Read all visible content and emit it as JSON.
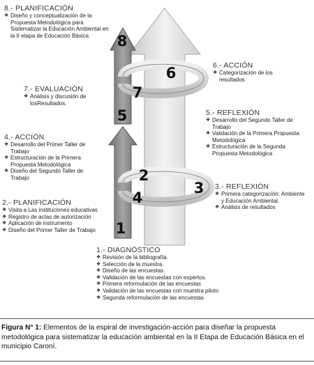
{
  "stages": {
    "s1": {
      "number": "1",
      "title": "1.- DIAGNÓSTICO",
      "items": [
        "Revisión de la bibliografía.",
        "Selección de la muestra.",
        "Diseño de las encuestas.",
        "Validación de las encuestas con expertos.",
        "Primera  reformulación de las encuestas",
        "Validación de las encuestas con muestra piloto",
        "Segunda reformulación de las encuestas"
      ]
    },
    "s2": {
      "number": "2",
      "title": "2.- PLANIFICACIÓN",
      "items": [
        "Visita a Las instituciones educativas",
        "Registro de actas de autorización",
        "Aplicación de instrumento",
        "Diseño del Primer Taller de Trabajo"
      ]
    },
    "s3": {
      "number": "3",
      "title": "3.- REFLEXIÓN",
      "items": [
        "Primera categorización: Ambiente y Educación Ambiental.",
        "Análisis de resultados"
      ]
    },
    "s4": {
      "number": "4",
      "title": "4.- ACCIÓN",
      "items": [
        "Desarrollo del Primer Taller de Trabajo",
        "Estructuración de la Primera Propuesta Metodológica",
        "Diseño del Segundo Taller de Trabajo"
      ]
    },
    "s5": {
      "number": "5",
      "title": "5.- REFLEXIÓN",
      "items": [
        "Desarrollo del Segundo Taller de Trabajo",
        "Validación de la Primera Propuesta Metodológica",
        "Estructuración de la Segunda Propuesta Metodológica"
      ]
    },
    "s6": {
      "number": "6",
      "title": "6.- ACCIÓN",
      "items": [
        "Categorización de los resultados"
      ]
    },
    "s7": {
      "number": "7",
      "title": "7.- EVALUACIÓN",
      "items": [
        "Análisis y discusión de losResultados."
      ]
    },
    "s8": {
      "number": "8",
      "title": "8.- PLANIFICACIÓN",
      "items": [
        "Diseño y conceptualización de la Propuesta Metodológica para Sistematizar la Educación Ambiental en la II etapa de Educación Básica"
      ]
    }
  },
  "caption": {
    "label": "Figura N° 1:",
    "text": " Elementos de la espiral de investigación-acción para diseñar la propuesta metodológica para sistematizar la educación ambiental en la II Etapa de Educación Básica en el municipio Caroní."
  },
  "colors": {
    "big_arrow": "#e2e2e2",
    "small_arrow": "#8a8a8a",
    "loop": "#d9d9d9",
    "outline": "#9a9a9a"
  }
}
